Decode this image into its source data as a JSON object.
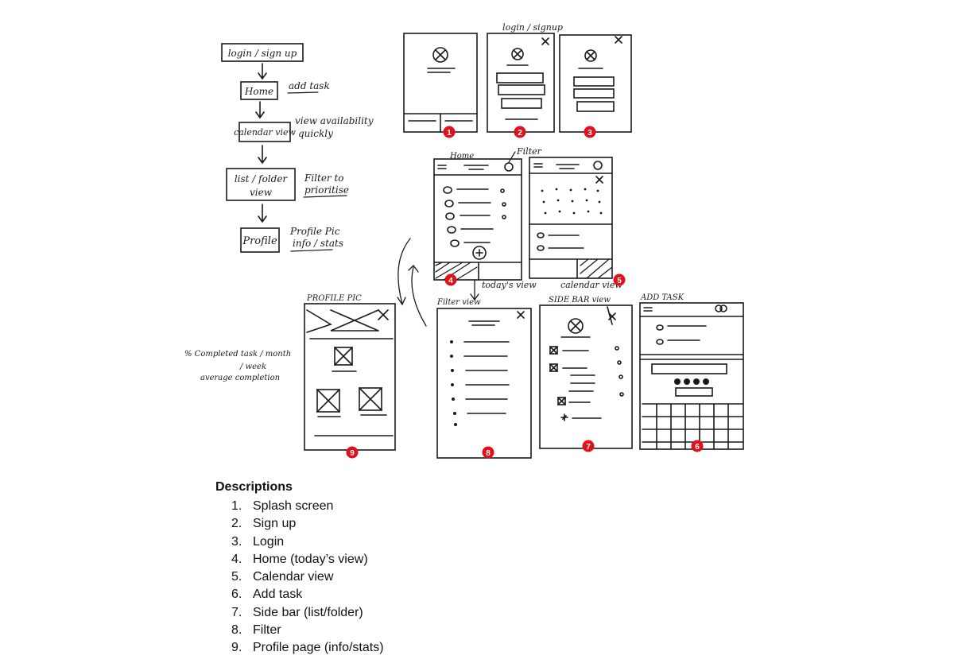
{
  "flow": {
    "login": "login / sign up",
    "home": "Home",
    "home_note": "add task",
    "calendar": "calendar view",
    "calendar_note_1": "view availability",
    "calendar_note_2": "quickly",
    "list": "list / folder",
    "list_2": "view",
    "list_note_1": "Filter to",
    "list_note_2": "prioritise",
    "profile": "Profile",
    "profile_note_1": "Profile Pic",
    "profile_note_2": "info / stats"
  },
  "sketch_labels": {
    "login_signup": "login / signup",
    "home": "Home",
    "filter": "Filter",
    "todays_view": "today's view",
    "calendar_view": "calendar view",
    "filter_view": "Filter view",
    "side_bar_view": "SIDE BAR view",
    "add_task": "ADD TASK",
    "profile_pic": "PROFILE PIC",
    "stats_1": "% Completed task / month",
    "stats_2": "/ week",
    "stats_3": "average completion"
  },
  "badges": [
    "1",
    "2",
    "3",
    "4",
    "5",
    "6",
    "7",
    "8",
    "9"
  ],
  "badge_color": "#e0111b",
  "descriptions": {
    "title": "Descriptions",
    "items": [
      {
        "num": "1.",
        "label": "Splash screen"
      },
      {
        "num": "2.",
        "label": "Sign up"
      },
      {
        "num": "3.",
        "label": "Login"
      },
      {
        "num": "4.",
        "label": "Home (today’s view)"
      },
      {
        "num": "5.",
        "label": "Calendar view"
      },
      {
        "num": "6.",
        "label": "Add task"
      },
      {
        "num": "7.",
        "label": "Side bar (list/folder)"
      },
      {
        "num": "8.",
        "label": "Filter"
      },
      {
        "num": "9.",
        "label": "Profile page (info/stats)"
      }
    ]
  }
}
